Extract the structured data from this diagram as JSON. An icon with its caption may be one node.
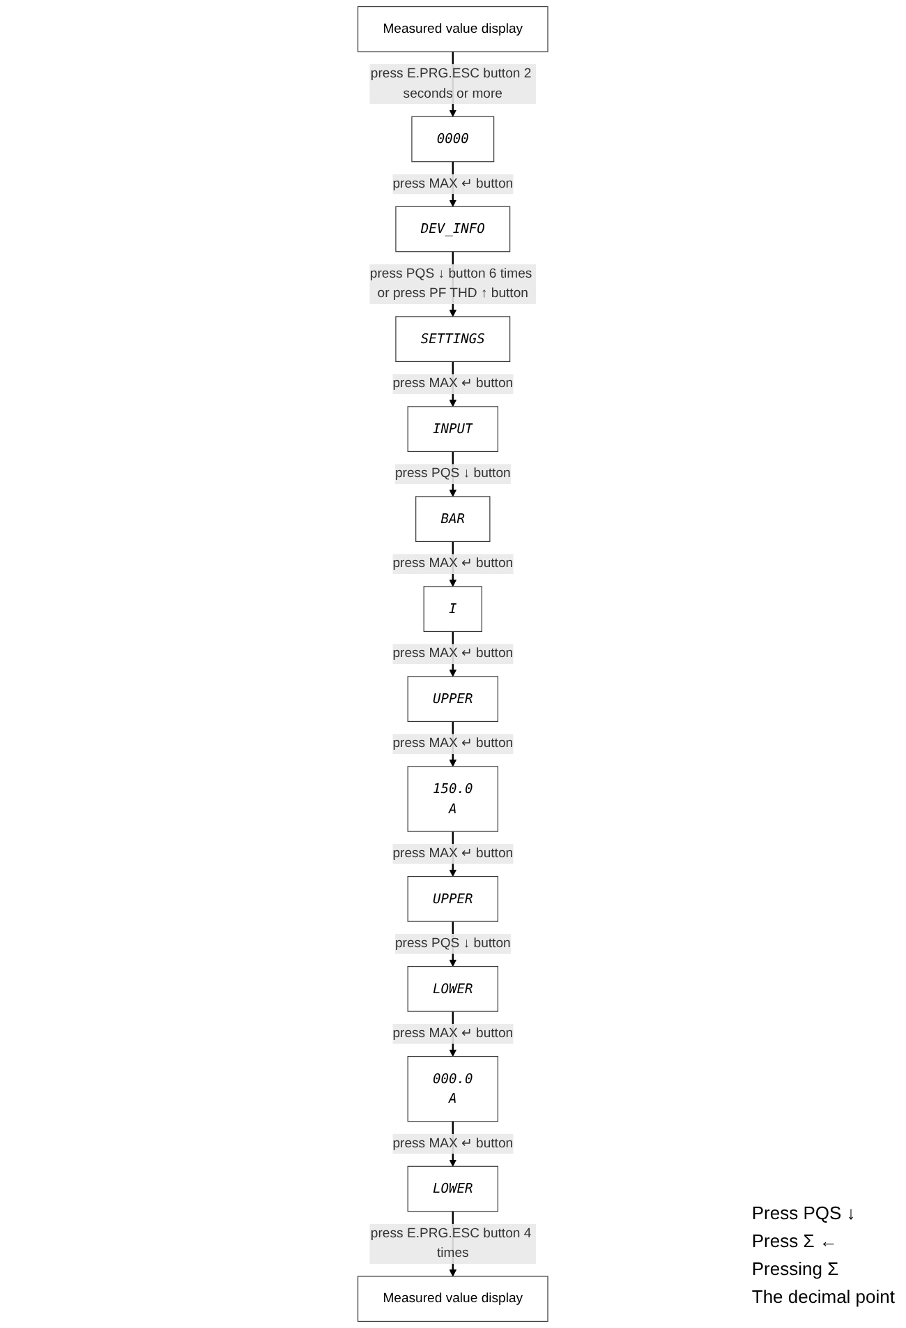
{
  "diagram": {
    "nodes": [
      {
        "text": [
          "Measured value display"
        ]
      },
      {
        "text": [
          "0000"
        ]
      },
      {
        "text": [
          "DEV_INFO"
        ]
      },
      {
        "text": [
          "SETTINGS"
        ]
      },
      {
        "text": [
          "INPUT"
        ]
      },
      {
        "text": [
          "BAR"
        ]
      },
      {
        "text": [
          "I"
        ]
      },
      {
        "text": [
          "UPPER"
        ]
      },
      {
        "text": [
          "150.0",
          "A"
        ]
      },
      {
        "text": [
          "UPPER"
        ]
      },
      {
        "text": [
          "LOWER"
        ]
      },
      {
        "text": [
          "000.0",
          "A"
        ]
      },
      {
        "text": [
          "LOWER"
        ]
      },
      {
        "text": [
          "Measured value display"
        ]
      }
    ],
    "edges": [
      {
        "from": 0,
        "to": 1,
        "arrow": "to",
        "label": "press E.PRG.ESC button 2 seconds or more"
      },
      {
        "from": 1,
        "to": 2,
        "arrow": "to",
        "label": "press MAX ↵ button"
      },
      {
        "from": 2,
        "to": 3,
        "arrow": "to",
        "label": "press PQS ↓ button 6 times or press PF THD ↑ button"
      },
      {
        "from": 3,
        "to": 4,
        "arrow": "to",
        "label": "press MAX ↵ button"
      },
      {
        "from": 4,
        "to": 5,
        "arrow": "to",
        "label": "press PQS ↓ button"
      },
      {
        "from": 5,
        "to": 6,
        "arrow": "to",
        "label": "press MAX ↵ button"
      },
      {
        "from": 6,
        "to": 7,
        "arrow": "to",
        "label": "press MAX ↵ button"
      },
      {
        "from": 7,
        "to": 8,
        "arrow": "to",
        "label": "press MAX ↵ button"
      },
      {
        "from": 8,
        "to": 9,
        "arrow": "to",
        "label": "press MAX ↵ button"
      },
      {
        "from": 9,
        "to": 10,
        "arrow": "to",
        "label": "press PQS ↓ button"
      },
      {
        "from": 10,
        "to": 11,
        "arrow": "to",
        "label": "press MAX ↵ button"
      },
      {
        "from": 11,
        "to": 12,
        "arrow": "to",
        "label": "press MAX ↵ button"
      },
      {
        "from": 12,
        "to": 13,
        "arrow": "to",
        "label": "press E.PRG.ESC button 4 times"
      }
    ],
    "labels": [
      "Press PQS ↓",
      "Press Σ ←",
      "Pressing Σ",
      "The decimal point"
    ]
  }
}
